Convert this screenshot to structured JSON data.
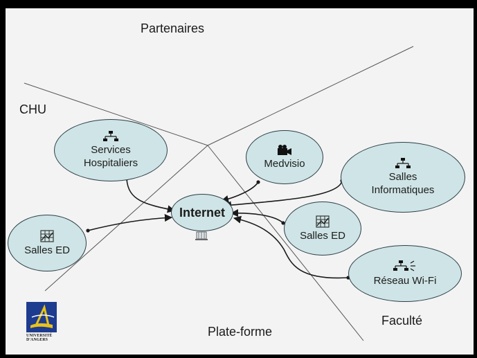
{
  "regions": {
    "partenaires": "Partenaires",
    "chu": "CHU",
    "plateforme": "Plate-forme",
    "faculte": "Faculté"
  },
  "nodes": {
    "internet": "Internet",
    "services_line1": "Services",
    "services_line2": "Hospitaliers",
    "medvisio": "Medvisio",
    "salles_info_line1": "Salles",
    "salles_info_line2": "Informatiques",
    "salles_ed_left": "Salles ED",
    "salles_ed_right": "Salles ED",
    "wifi": "Réseau Wi-Fi"
  },
  "logo": {
    "caption_line1": "UNIVERSITÉ",
    "caption_line2": "D'ANGERS"
  },
  "colors": {
    "node_fill": "#cfe4e6",
    "node_border": "#2c3e46",
    "logo_blue": "#1d3b8f",
    "logo_yellow": "#e8c21a"
  }
}
